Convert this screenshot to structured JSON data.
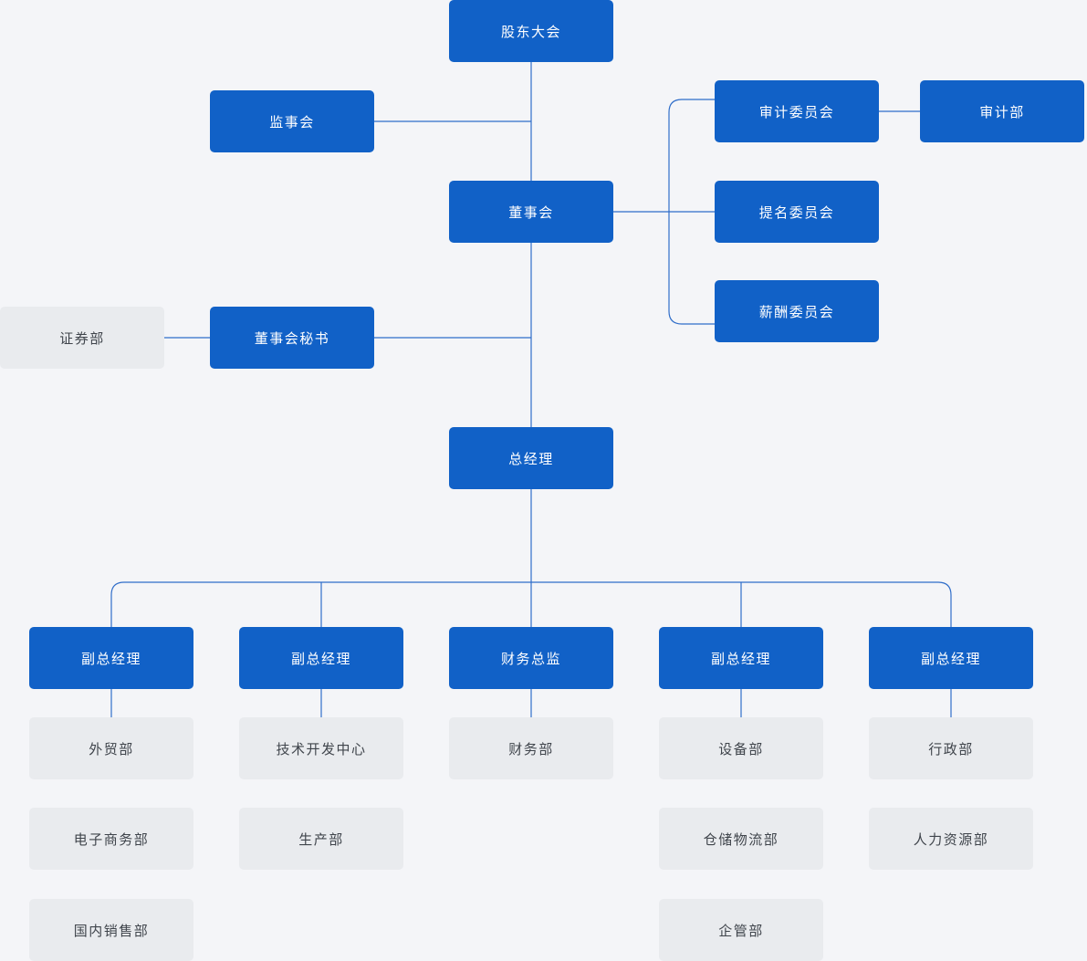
{
  "diagram_type": "org-chart",
  "colors": {
    "background": "#f4f5f8",
    "node_primary": "#1161c7",
    "node_primary_text": "#ffffff",
    "node_gray": "#e9ebee",
    "node_gray_text": "#3f444b",
    "connector": "#2f6dc9"
  },
  "org_chart": {
    "nodes": {
      "shareholders": {
        "label": "股东大会"
      },
      "supervisory_board": {
        "label": "监事会"
      },
      "board_of_directors": {
        "label": "董事会"
      },
      "audit_committee": {
        "label": "审计委员会"
      },
      "audit_department": {
        "label": "审计部"
      },
      "nomination_committee": {
        "label": "提名委员会"
      },
      "compensation_committee": {
        "label": "薪酬委员会"
      },
      "board_secretary": {
        "label": "董事会秘书"
      },
      "securities_department": {
        "label": "证券部"
      },
      "general_manager": {
        "label": "总经理"
      },
      "vp_1": {
        "label": "副总经理"
      },
      "vp_2": {
        "label": "副总经理"
      },
      "cfo": {
        "label": "财务总监"
      },
      "vp_3": {
        "label": "副总经理"
      },
      "vp_4": {
        "label": "副总经理"
      },
      "foreign_trade": {
        "label": "外贸部"
      },
      "ecommerce": {
        "label": "电子商务部"
      },
      "domestic_sales": {
        "label": "国内销售部"
      },
      "tech_dev_center": {
        "label": "技术开发中心"
      },
      "production": {
        "label": "生产部"
      },
      "finance_department": {
        "label": "财务部"
      },
      "equipment": {
        "label": "设备部"
      },
      "warehouse_logistics": {
        "label": "仓储物流部"
      },
      "enterprise_management": {
        "label": "企管部"
      },
      "administration": {
        "label": "行政部"
      },
      "human_resources": {
        "label": "人力资源部"
      }
    },
    "edges": [
      [
        "shareholders",
        "board_of_directors"
      ],
      [
        "board_of_directors",
        "supervisory_board"
      ],
      [
        "board_of_directors",
        "audit_committee"
      ],
      [
        "board_of_directors",
        "nomination_committee"
      ],
      [
        "board_of_directors",
        "compensation_committee"
      ],
      [
        "audit_committee",
        "audit_department"
      ],
      [
        "board_of_directors",
        "board_secretary"
      ],
      [
        "board_secretary",
        "securities_department"
      ],
      [
        "board_of_directors",
        "general_manager"
      ],
      [
        "general_manager",
        "vp_1"
      ],
      [
        "general_manager",
        "vp_2"
      ],
      [
        "general_manager",
        "cfo"
      ],
      [
        "general_manager",
        "vp_3"
      ],
      [
        "general_manager",
        "vp_4"
      ],
      [
        "vp_1",
        "foreign_trade"
      ],
      [
        "vp_1",
        "ecommerce"
      ],
      [
        "vp_1",
        "domestic_sales"
      ],
      [
        "vp_2",
        "tech_dev_center"
      ],
      [
        "vp_2",
        "production"
      ],
      [
        "cfo",
        "finance_department"
      ],
      [
        "vp_3",
        "equipment"
      ],
      [
        "vp_3",
        "warehouse_logistics"
      ],
      [
        "vp_3",
        "enterprise_management"
      ],
      [
        "vp_4",
        "administration"
      ],
      [
        "vp_4",
        "human_resources"
      ]
    ]
  }
}
